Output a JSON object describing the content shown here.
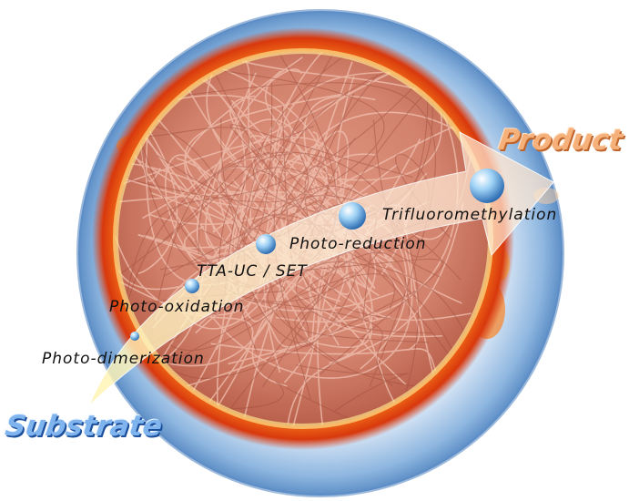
{
  "diagram": {
    "start_label": "Substrate",
    "end_label": "Product",
    "steps": [
      "Photo-dimerization",
      "Photo-oxidation",
      "TTA-UC / SET",
      "Photo-reduction",
      "Trifluoromethylation"
    ]
  },
  "colors": {
    "outer_ring": "#8fb7e0",
    "fiber_core": "#d98a75",
    "fiber_strand": "#f1c3b2",
    "sun_glow": "#ff6a00",
    "arrow": "#ffe7c0"
  }
}
